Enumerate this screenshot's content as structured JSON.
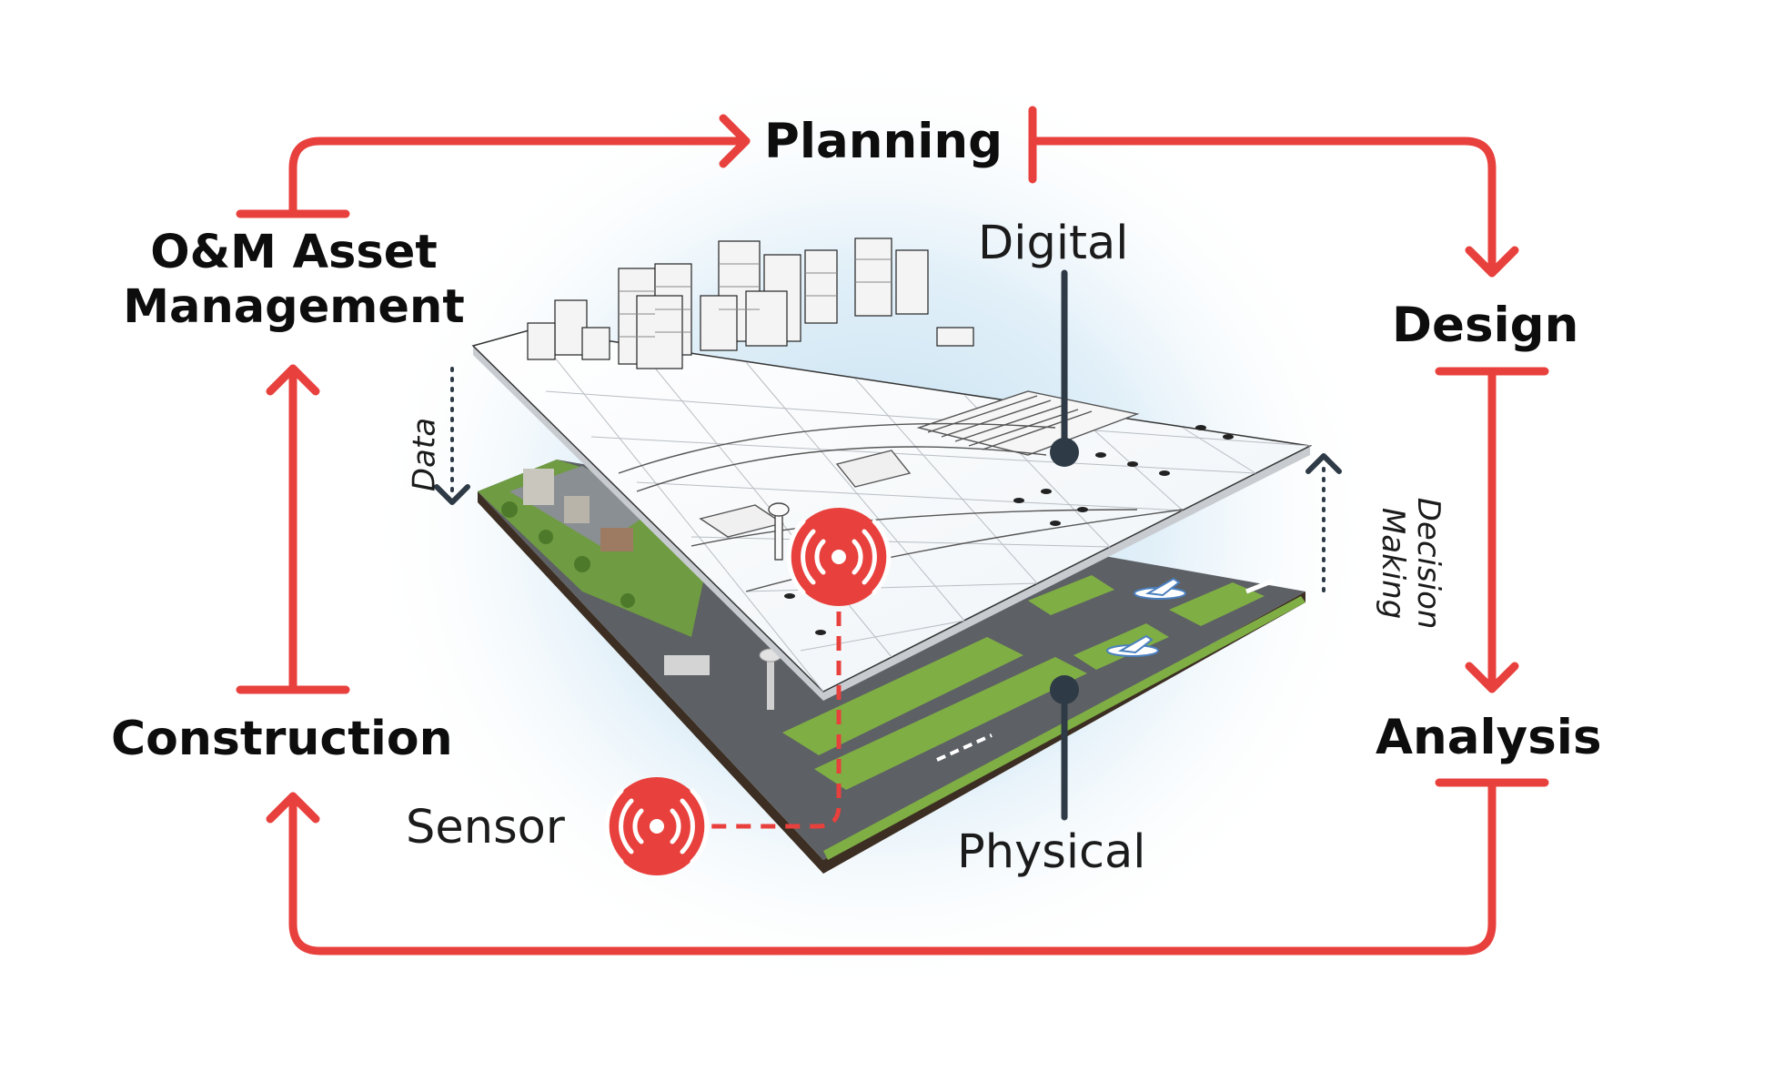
{
  "stages": {
    "planning": "Planning",
    "design": "Design",
    "analysis": "Analysis",
    "construction": "Construction",
    "om_line1": "O&M Asset",
    "om_line2": "Management"
  },
  "layers": {
    "digital": "Digital",
    "physical": "Physical",
    "sensor": "Sensor"
  },
  "flows": {
    "data": "Data",
    "decision_line1": "Decision",
    "decision_line2": "Making"
  },
  "colors": {
    "cycle_red": "#e8413d",
    "connector_dark": "#2e3a46",
    "halo_blue": "#bcdcef",
    "grass_green": "#7fae45",
    "runway_gray": "#5d6064"
  },
  "icons": {
    "sensor": "wireless-signal-icon"
  }
}
